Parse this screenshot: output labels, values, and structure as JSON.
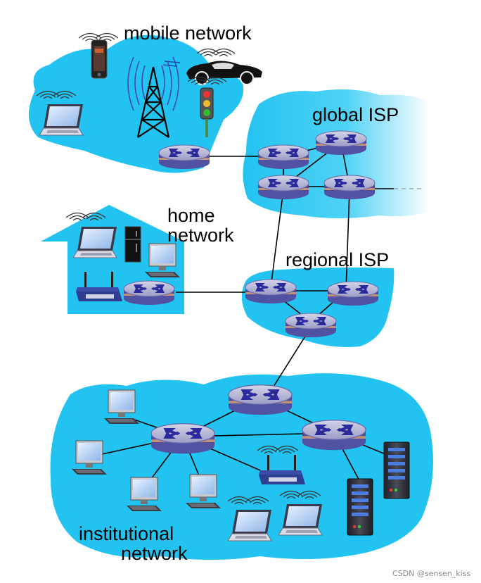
{
  "labels": {
    "mobile": "mobile network",
    "global": "global ISP",
    "home_line1": "home",
    "home_line2": "network",
    "regional": "regional ISP",
    "inst_line1": "institutional",
    "inst_line2": "network"
  },
  "watermark": "CSDN @sensen_kiss",
  "colors": {
    "network_fill": "#22c3f0",
    "router_top": "#b8b8d6",
    "router_band": "#5a5aa8",
    "router_arrow": "#2a2a9a",
    "link": "#000000"
  },
  "icons": [
    "router-icon",
    "laptop-icon",
    "desktop-pc-icon",
    "cell-tower-icon",
    "smartphone-icon",
    "car-icon",
    "traffic-light-icon",
    "refrigerator-icon",
    "wifi-router-icon",
    "server-icon",
    "wifi-signal-icon"
  ]
}
